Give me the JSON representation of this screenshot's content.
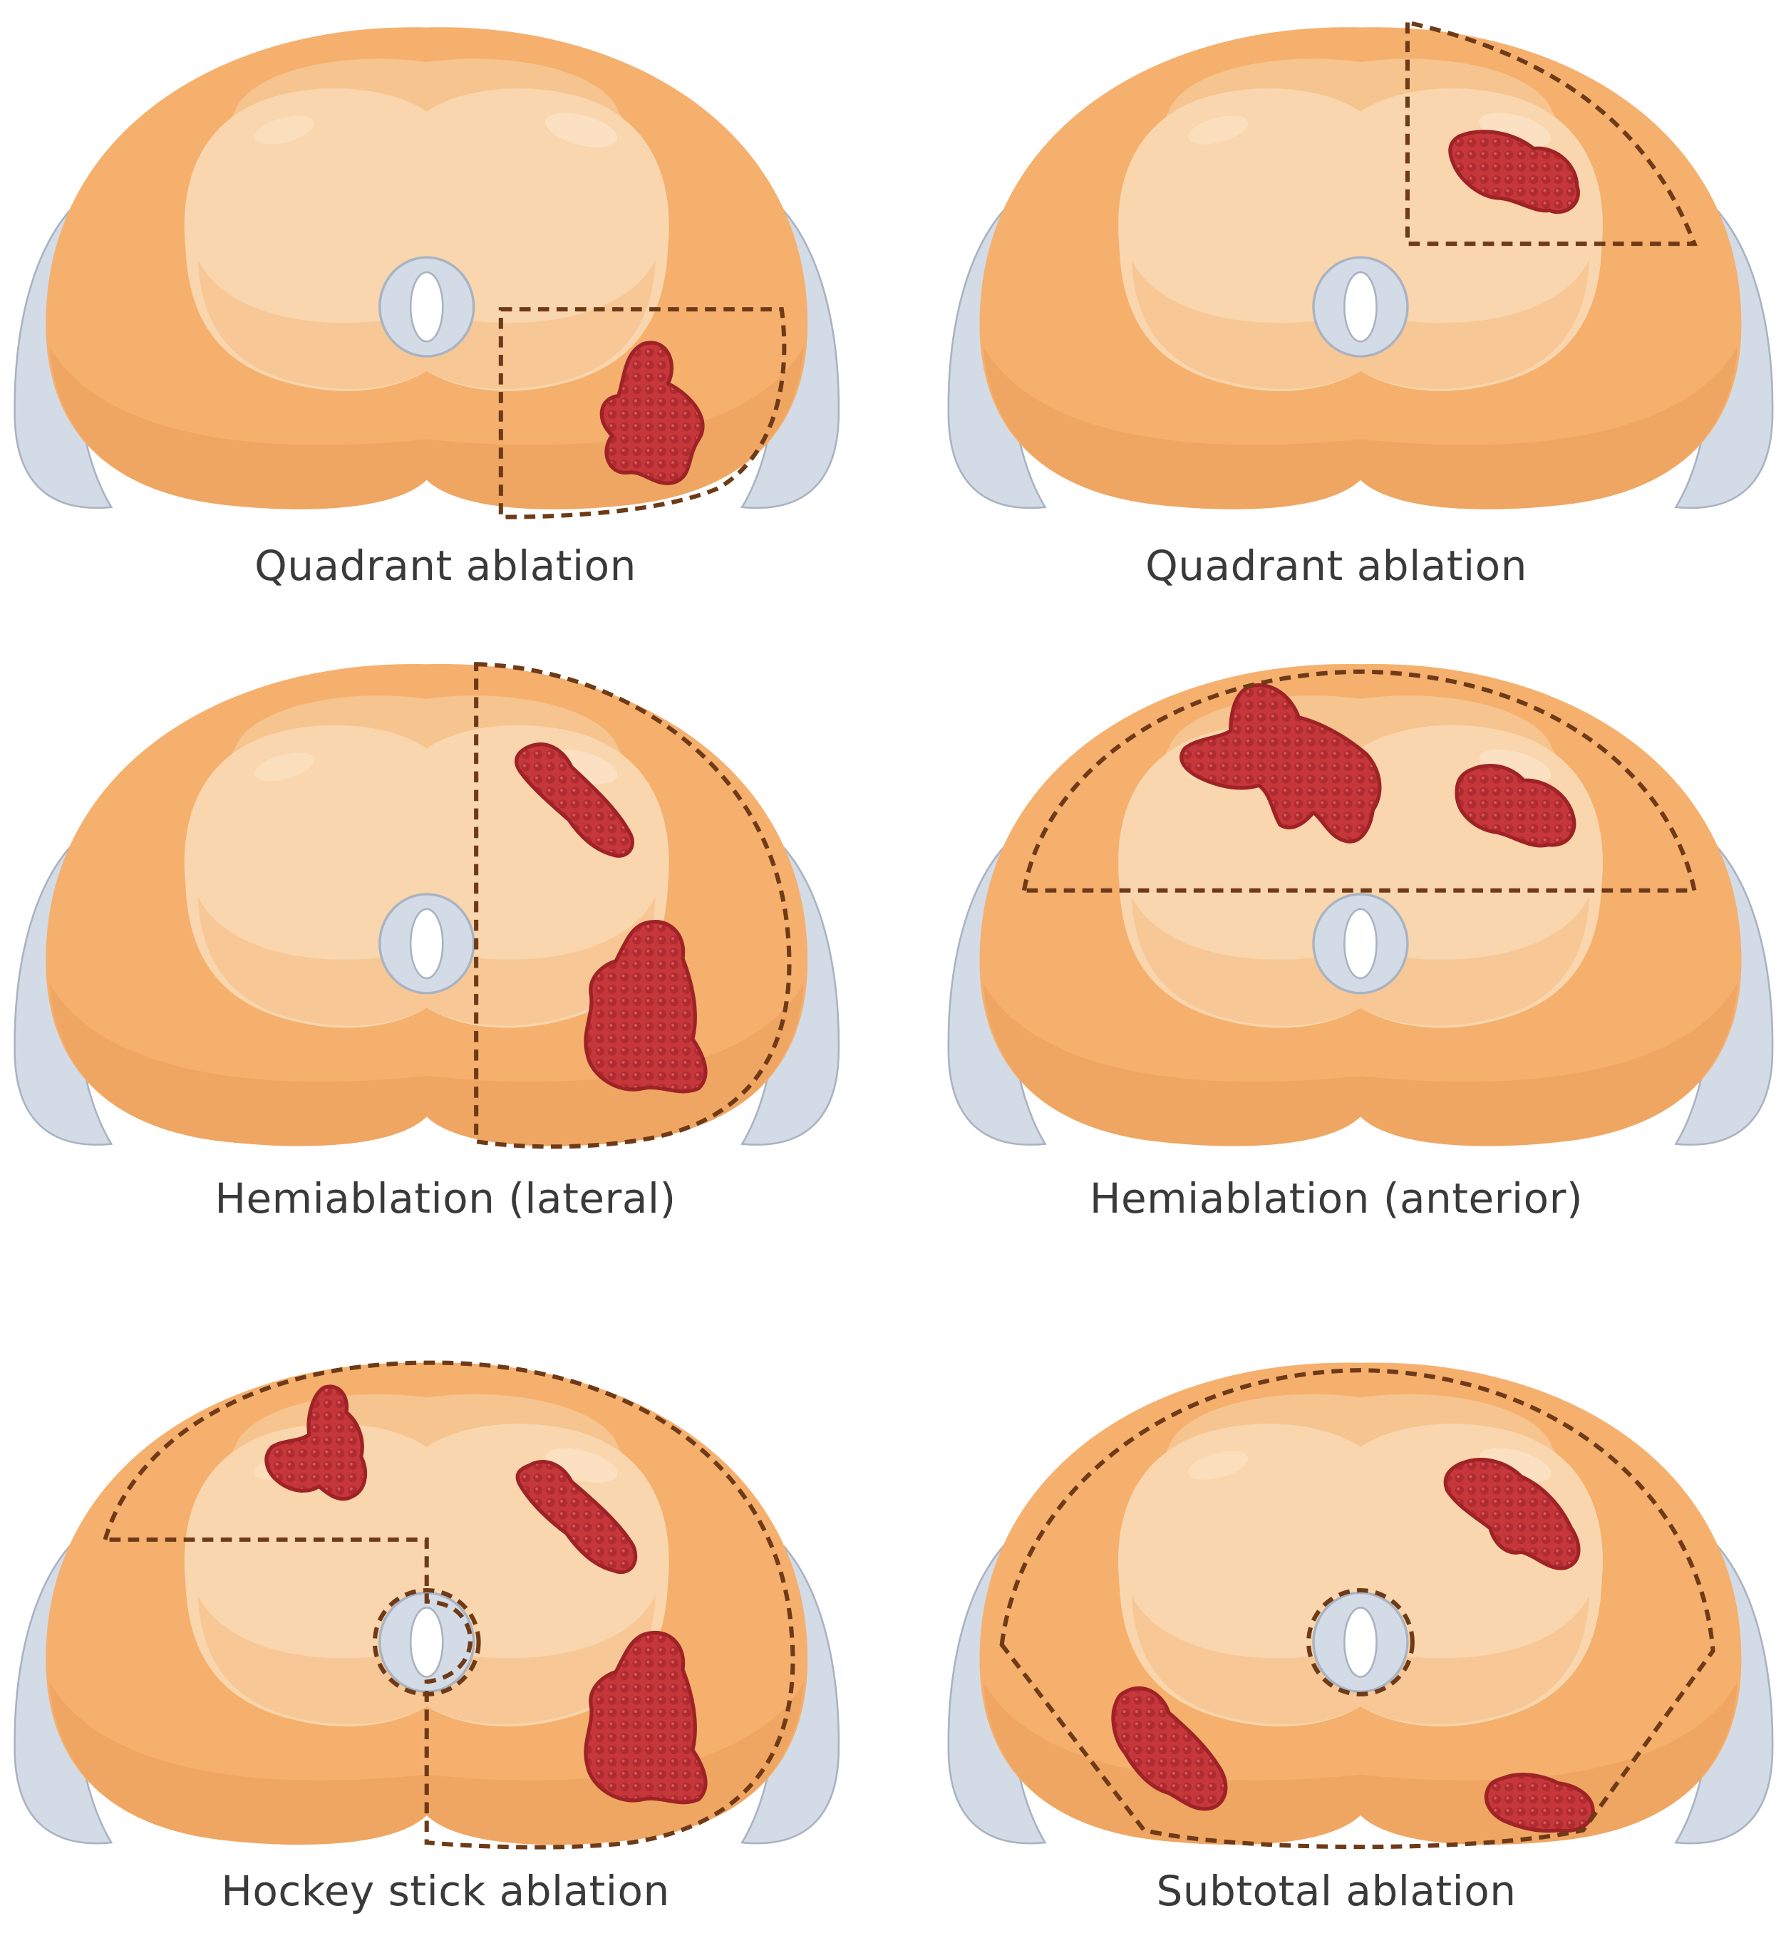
{
  "colors": {
    "background": "#ffffff",
    "gland_outer": "#f5b06e",
    "gland_shadow": "#eda35d",
    "gland_central": "#f6c48e",
    "gland_transition": "#f9d6ad",
    "lobe_highlight": "#fbe3c6",
    "neurovascular_bundle": "#d3dbe6",
    "bundle_edge": "#a9b3c2",
    "tumor": "#c5373b",
    "tumor_dark": "#9e2226",
    "ablation_boundary": "#6e3a17",
    "label_text": "#3a3a3a"
  },
  "panels": [
    {
      "id": "quadrant-1",
      "label": "Quadrant ablation",
      "template": "quadrant-posterior-right"
    },
    {
      "id": "quadrant-2",
      "label": "Quadrant ablation",
      "template": "quadrant-anterior-right"
    },
    {
      "id": "hemi-lateral",
      "label": "Hemiablation (lateral)",
      "template": "hemi-lateral"
    },
    {
      "id": "hemi-anterior",
      "label": "Hemiablation (anterior)",
      "template": "hemi-anterior"
    },
    {
      "id": "hockey-stick",
      "label": "Hockey stick ablation",
      "template": "hockey-stick"
    },
    {
      "id": "subtotal",
      "label": "Subtotal ablation",
      "template": "subtotal"
    }
  ],
  "icons": {
    "prostate": "prostate-cross-section-icon",
    "urethra": "urethra-icon",
    "tumor": "tumor-lesion-icon",
    "bundle": "neurovascular-bundle-icon"
  }
}
